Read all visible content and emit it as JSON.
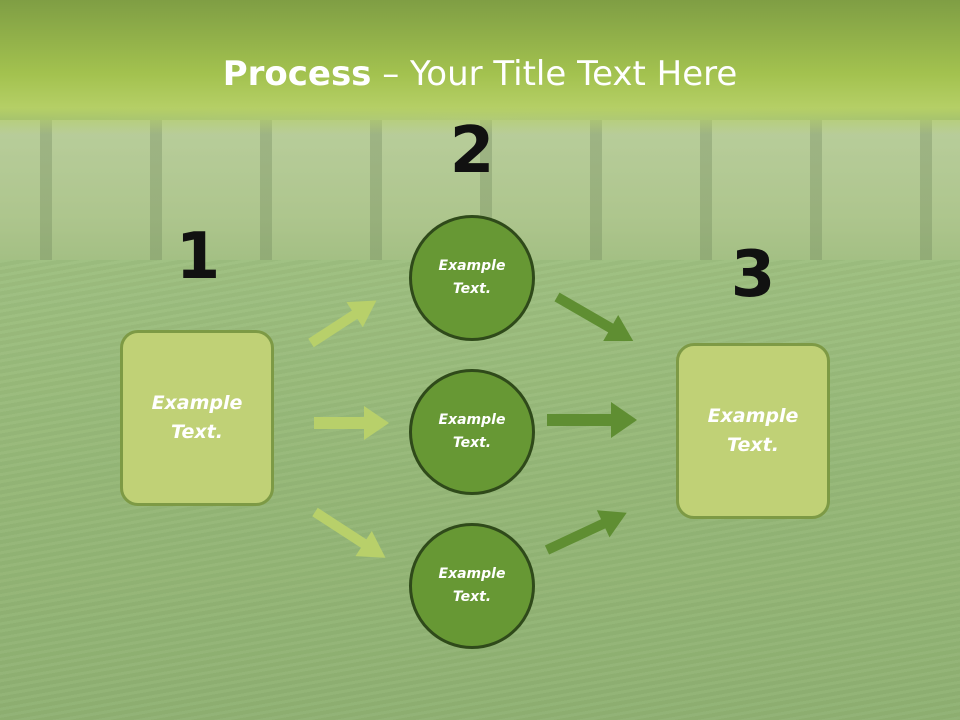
{
  "title": {
    "bold": "Process",
    "rest": " – Your Title Text Here"
  },
  "numbers": [
    "1",
    "2",
    "3"
  ],
  "left_box": {
    "text": "Example\nText."
  },
  "circles": [
    {
      "text": "Example\nText."
    },
    {
      "text": "Example\nText."
    },
    {
      "text": "Example\nText."
    }
  ],
  "right_box": {
    "text": "Example\nText."
  },
  "colors": {
    "title_band": "#a3c24f",
    "box_fill": "#c0d176",
    "box_border": "#7d9a45",
    "circle_fill": "#679834",
    "circle_border": "#2f4a1a",
    "arrow_light": "#b8d06a",
    "arrow_dark": "#5f8e32"
  }
}
